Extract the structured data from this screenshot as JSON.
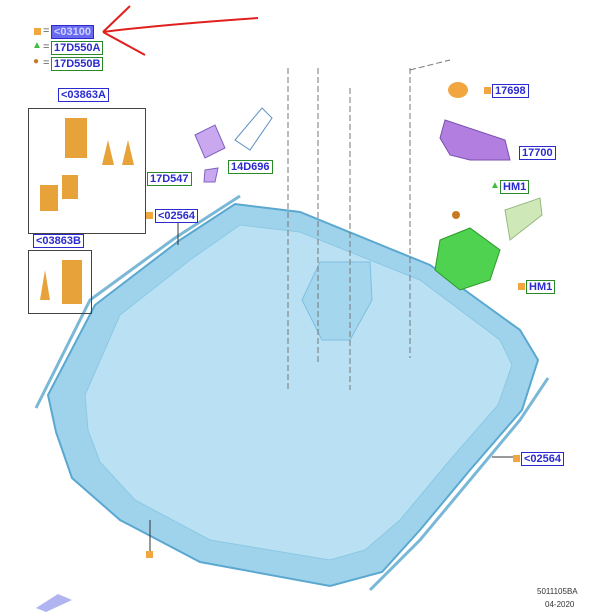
{
  "legend": [
    {
      "symbol": "square",
      "color": "#f2a640",
      "label": "<03100"
    },
    {
      "symbol": "triangle",
      "color": "#3dbf3d",
      "label": "17D550A"
    },
    {
      "symbol": "circle",
      "color": "#c77a20",
      "label": "17D550B"
    }
  ],
  "callouts": {
    "kit_a": "<03863A",
    "kit_b": "<03863B",
    "sensor_bracket": "17D547",
    "wiring": "14D696",
    "molding_left": "<02564",
    "molding_right": "<02564",
    "sensor_cover": "17698",
    "mirror": "17700",
    "hm1_top": "HM1",
    "hm1_bottom": "HM1"
  },
  "footer": {
    "diagram_id": "5011105BA",
    "date": "04-2020"
  },
  "colors": {
    "glass": "#8ccbe8",
    "glass_edge": "#5aa8d0",
    "annotation": "#e0201e"
  }
}
